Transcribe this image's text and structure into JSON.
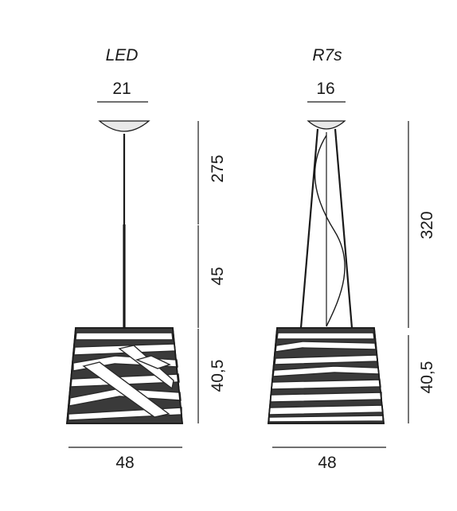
{
  "figure": {
    "left": {
      "variant_label": "LED",
      "canopy_width": "21",
      "cable_length": "275",
      "rod_length": "45",
      "shade_height": "40,5",
      "shade_width": "48"
    },
    "right": {
      "variant_label": "R7s",
      "canopy_width": "16",
      "suspension_length": "320",
      "shade_height": "40,5",
      "shade_width": "48"
    }
  },
  "colors": {
    "line": "#1a1a1a",
    "shade_fill": "#ffffff",
    "shade_interior": "#3a3a3a"
  }
}
